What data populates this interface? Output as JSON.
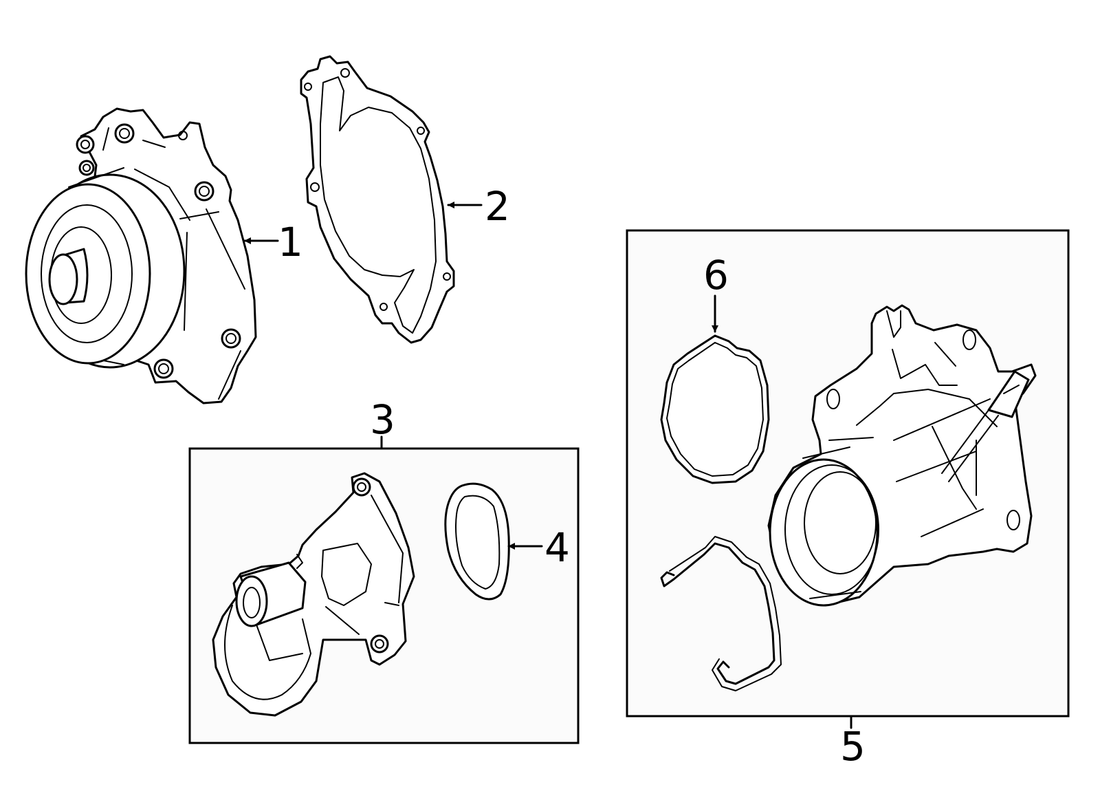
{
  "callouts": {
    "part_1": "1",
    "part_2": "2",
    "part_3": "3",
    "part_4": "4",
    "part_5": "5",
    "part_6": "6"
  }
}
